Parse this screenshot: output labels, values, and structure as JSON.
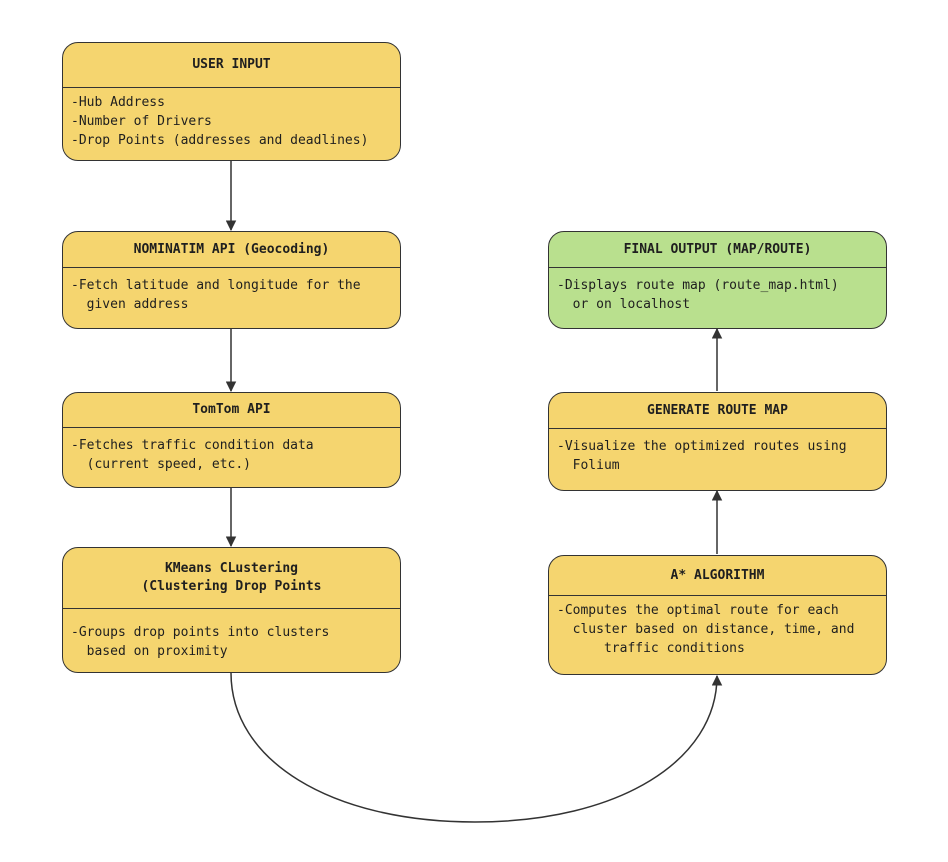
{
  "colors": {
    "process_fill": "#f5d56f",
    "output_fill": "#b9e08e",
    "stroke": "#333333"
  },
  "nodes": {
    "user_input": {
      "title": "USER INPUT",
      "lines": [
        "-Hub Address",
        "-Number of Drivers",
        "-Drop Points (addresses and deadlines)"
      ]
    },
    "nominatim": {
      "title": "NOMINATIM API (Geocoding)",
      "lines": [
        "-Fetch latitude and longitude for the",
        "  given address"
      ]
    },
    "tomtom": {
      "title": "TomTom API",
      "lines": [
        "-Fetches traffic condition data",
        "  (current speed, etc.)"
      ]
    },
    "kmeans": {
      "title": "KMeans CLustering\n(Clustering Drop Points",
      "lines": [
        "-Groups drop points into clusters",
        "  based on proximity"
      ]
    },
    "astar": {
      "title": "A* ALGORITHM",
      "lines": [
        "-Computes the optimal route for each",
        "  cluster based on distance, time, and",
        "      traffic conditions"
      ]
    },
    "route_map": {
      "title": "GENERATE ROUTE MAP",
      "lines": [
        "-Visualize the optimized routes using",
        "  Folium"
      ]
    },
    "final_output": {
      "title": "FINAL OUTPUT (MAP/ROUTE)",
      "lines": [
        "-Displays route map (route_map.html)",
        "  or on localhost"
      ]
    }
  },
  "edges": [
    {
      "from": "user_input",
      "to": "nominatim"
    },
    {
      "from": "nominatim",
      "to": "tomtom"
    },
    {
      "from": "tomtom",
      "to": "kmeans"
    },
    {
      "from": "kmeans",
      "to": "astar"
    },
    {
      "from": "astar",
      "to": "route_map"
    },
    {
      "from": "route_map",
      "to": "final_output"
    }
  ]
}
